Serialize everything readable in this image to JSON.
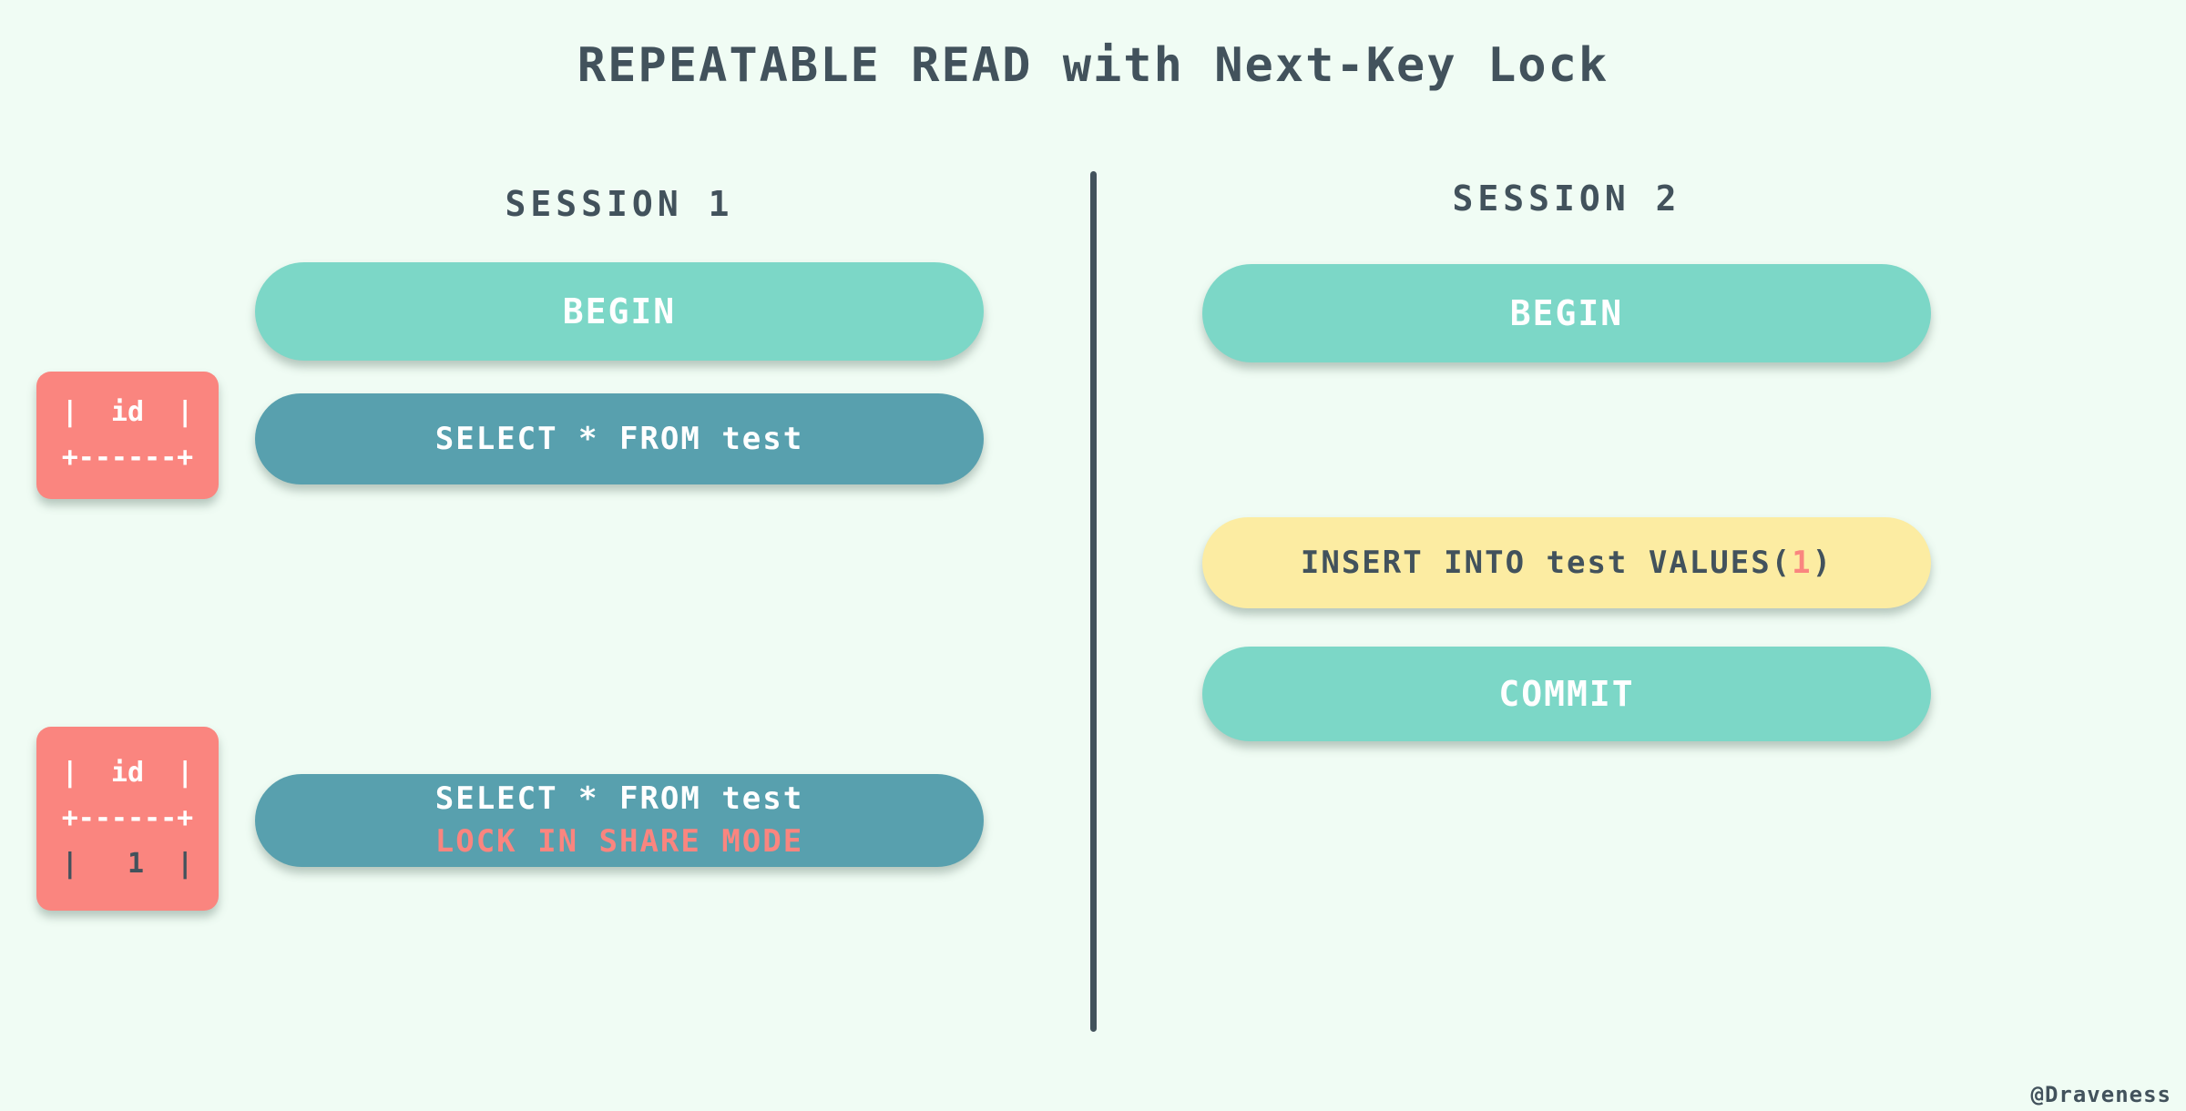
{
  "title": "REPEATABLE READ with Next-Key Lock",
  "watermark": "@Draveness",
  "colors": {
    "bg": "#f0fcf4",
    "ink": "#42525c",
    "teal": "#7cd7c7",
    "tealdark": "#58a0ae",
    "salmon": "#fa857f",
    "yellow": "#fceca2"
  },
  "session1": {
    "label": "SESSION 1",
    "begin_label": "BEGIN",
    "select_label": "SELECT * FROM test",
    "select_lock_line1": "SELECT * FROM test",
    "select_lock_line2": "LOCK IN SHARE MODE",
    "result_first": {
      "lines": [
        "|  id  |",
        "+------+"
      ]
    },
    "result_second": {
      "lines": [
        "|  id  |",
        "+------+",
        "|   1  |"
      ]
    }
  },
  "session2": {
    "label": "SESSION 2",
    "begin_label": "BEGIN",
    "insert_prefix": "INSERT INTO test VALUES(",
    "insert_value": "1",
    "insert_suffix": ")",
    "commit_label": "COMMIT"
  }
}
